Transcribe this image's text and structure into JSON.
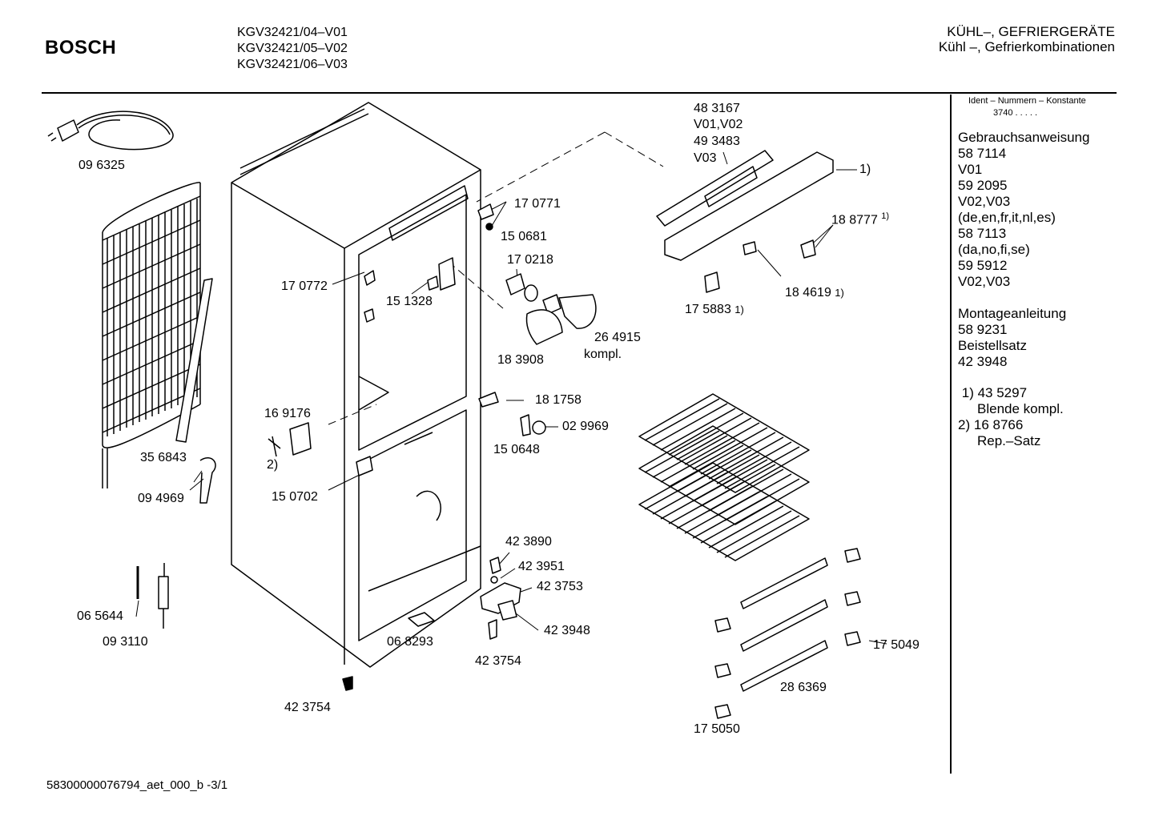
{
  "header": {
    "brand": "BOSCH",
    "models": [
      "KGV32421/04–V01",
      "KGV32421/05–V02",
      "KGV32421/06–V03"
    ],
    "category_line1": "KÜHL–, GEFRIERGERÄTE",
    "category_line2": "Kühl –, Gefrierkombinationen"
  },
  "sidebar": {
    "ident_label": "Ident – Nummern – Konstante",
    "ident_value": "3740  .  .  .  .  .",
    "documents": [
      "Gebrauchsanweisung",
      "58 7114",
      "V01",
      "59 2095",
      "V02,V03",
      "(de,en,fr,it,nl,es)",
      "58 7113",
      "(da,no,fi,se)",
      "59 5912",
      "V02,V03",
      "",
      "Montageanleitung",
      "58 9231",
      "Beistellsatz",
      "42 3948"
    ],
    "notes": [
      {
        "marker": "1)",
        "number": "43 5297",
        "text": "Blende kompl."
      },
      {
        "marker": "2)",
        "number": "16 8766",
        "text": "Rep.–Satz"
      }
    ]
  },
  "parts": {
    "p096325": "09 6325",
    "p483167": "48 3167",
    "pV01V02": "V01,V02",
    "p493483": "49 3483",
    "pV03": "V03",
    "p1_blende": "1)",
    "p170771": "17 0771",
    "p150681": "15 0681",
    "p170218": "17 0218",
    "p188777": "18 8777",
    "p188777_note": "1)",
    "p170772": "17 0772",
    "p151328": "15 1328",
    "p264915": "26 4915",
    "p264915_b": "kompl.",
    "p183908": "18 3908",
    "p175883": "17 5883",
    "p175883_note": "1)",
    "p184619": "18 4619",
    "p184619_note": "1)",
    "p169176": "16 9176",
    "p2_rep": "2)",
    "p181758": "18 1758",
    "p029969": "02 9969",
    "p150648": "15 0648",
    "p356843": "35 6843",
    "p094969": "09 4969",
    "p150702": "15 0702",
    "p423890": "42 3890",
    "p423951": "42 3951",
    "p423753": "42 3753",
    "p423948": "42 3948",
    "p423754a": "42 3754",
    "p065644": "06 5644",
    "p093110": "09 3110",
    "p068293": "06 8293",
    "p423754b": "42 3754",
    "p175049": "17 5049",
    "p286369": "28 6369",
    "p175050": "17 5050"
  },
  "footer": {
    "doc_id": "58300000076794_aet_000_b  -3/1"
  }
}
